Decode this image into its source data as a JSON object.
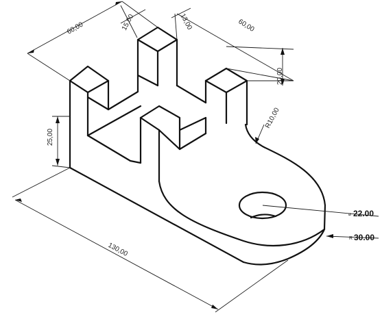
{
  "dimensions": {
    "top_width_left": "60,00",
    "slot_left": "15,00",
    "slot_right": "13,00",
    "top_width_right": "60,00",
    "prong_height": "20,00",
    "fillet_radius": "R10,00",
    "base_height": "25,00",
    "total_length": "130,00",
    "hole_symbol": "⌀",
    "hole_value": "22.00",
    "end_radius_symbol": "R",
    "end_radius_value": "30.00"
  },
  "colors": {
    "line": "#111111",
    "background": "#ffffff"
  }
}
